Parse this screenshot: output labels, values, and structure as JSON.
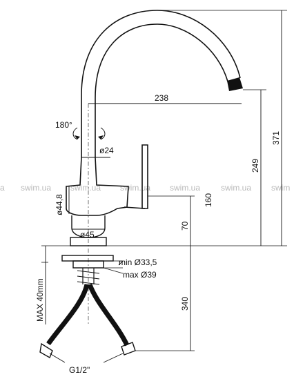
{
  "dimensions": {
    "spout_reach": "238",
    "total_height": "371",
    "spout_height": "249",
    "rotation": "180°",
    "spout_diameter": "ø24",
    "body_diameter": "ø44,8",
    "lever_height": "160",
    "base_diameter": "ø45",
    "base_height": "70",
    "hole_min": "min Ø33,5",
    "hole_max": "max Ø39",
    "max_deck": "MAX 40mm",
    "hose_length": "340",
    "connection": "G1/2\""
  },
  "watermark": {
    "text": "swim.ua",
    "edge_left": "a",
    "edge_right": "swim"
  }
}
